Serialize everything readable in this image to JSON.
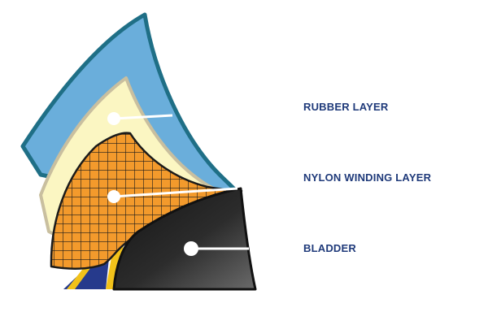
{
  "labels": {
    "rubber": "RUBBER LAYER",
    "nylon": "NYLON WINDING LAYER",
    "bladder": "BLADDER"
  },
  "colors": {
    "label_text": "#1f3a7a",
    "rubber_fill": "#6aaedb",
    "rubber_edge": "#1f6f86",
    "inner_fill": "#fbf6c2",
    "inner_edge": "#c9bf9f",
    "nylon_fill": "#f39a2c",
    "grid_line": "#1a1a1a",
    "bladder_dark": "#141414",
    "bladder_light": "#666666",
    "yellow_strip": "#f2c21a",
    "navy_strip": "#263a8c",
    "callout": "#ffffff"
  }
}
